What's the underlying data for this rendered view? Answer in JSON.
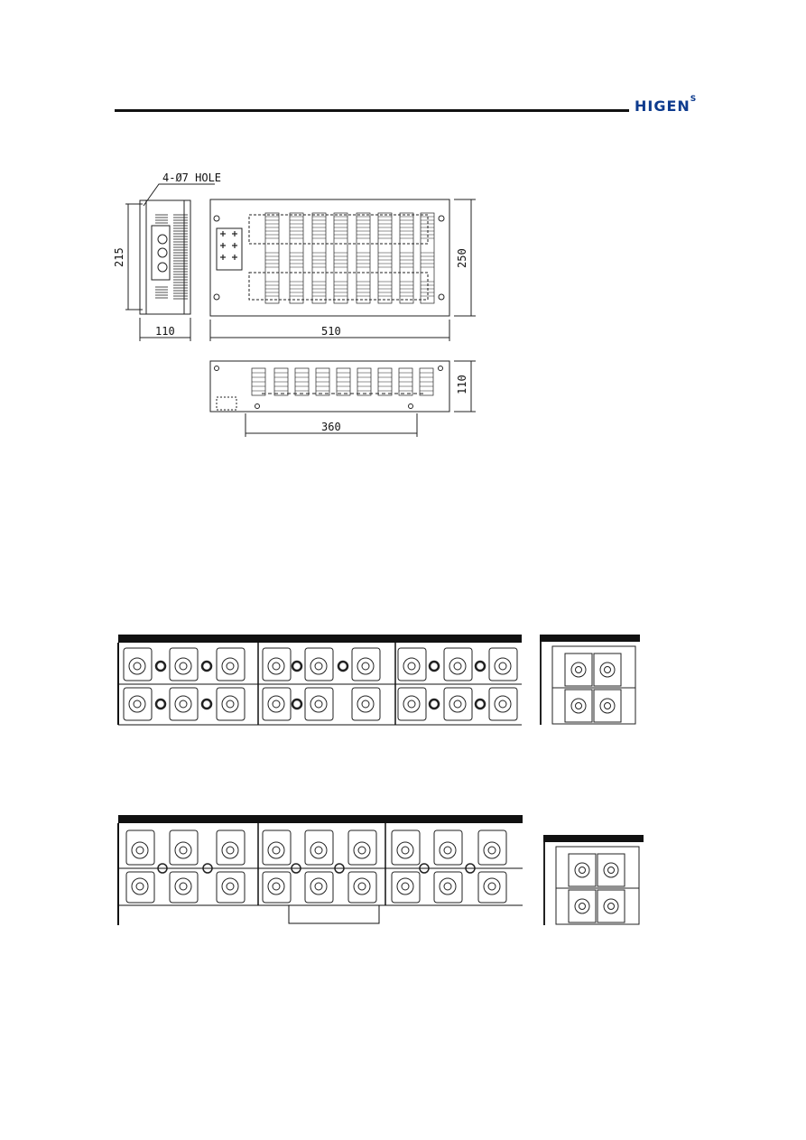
{
  "header": {
    "logo_text": "HIGEN",
    "logo_mark": "S",
    "brand_color": "#0d3b8e"
  },
  "drawing": {
    "hole_note": "4-Ø7 HOLE",
    "dim_side_height": "215",
    "dim_side_width": "110",
    "dim_front_height": "250",
    "dim_front_width": "510",
    "dim_bottom_height": "110",
    "dim_bottom_mount": "360"
  }
}
